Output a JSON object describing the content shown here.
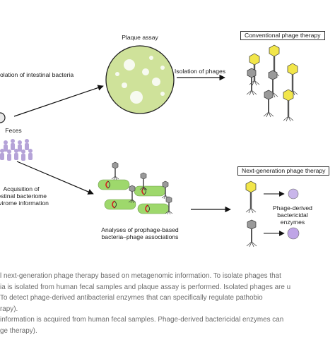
{
  "labels": {
    "plaque_assay": "Plaque assay",
    "isolation_bacteria": "olation of intestinal bacteria",
    "isolation_phages": "Isolation of phages",
    "conventional_therapy": "Conventional phage therapy",
    "feces": "Feces",
    "acquisition_line1": "Acquisition of",
    "acquisition_line2": "testinal bacteriome",
    "acquisition_line3": "d virome information",
    "analyses_line1": "Analyses of prophage-based",
    "analyses_line2": "bacteria–phage associations",
    "next_gen_therapy": "Next-generation phage therapy",
    "enzymes_line1": "Phage-derived",
    "enzymes_line2": "bactericidal",
    "enzymes_line3": "enzymes"
  },
  "caption": [
    "l next-generation phage therapy based on metagenomic information. To isolate phages that",
    "ia is isolated from human fecal samples and plaque assay is performed. Isolated phages are u",
    " To detect phage-derived antibacterial enzymes that can specifically regulate pathobio",
    "rapy).",
    " information is acquired from human fecal samples. Phage-derived bactericidal enzymes can",
    "ge therapy)."
  ],
  "colors": {
    "plate": "#cfe29a",
    "bacterium": "#9ed86c",
    "phage_yellow": "#f2e64a",
    "phage_gray": "#9a9a9a",
    "enzyme_purple": "#c9b6ea",
    "prophage_red": "#d32020",
    "people": "#b5a3d8"
  }
}
